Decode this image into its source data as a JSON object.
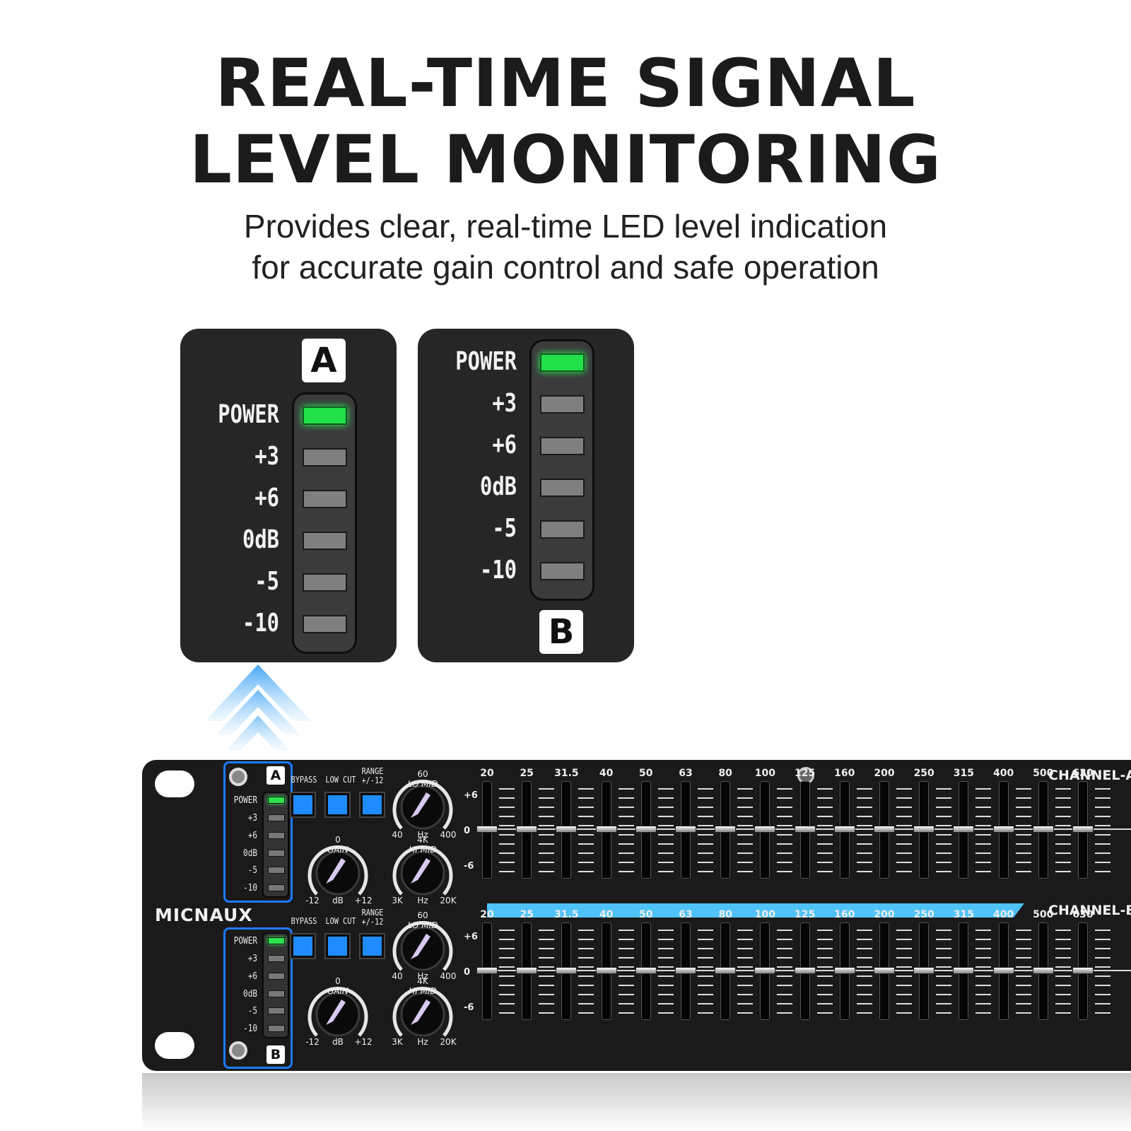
{
  "headline": {
    "line1": "REAL-TIME SIGNAL",
    "line2": "LEVEL MONITORING",
    "sub1": "Provides clear, real-time LED level indication",
    "sub2": "for accurate gain control and safe operation"
  },
  "zoom_panels": [
    {
      "badge": "A",
      "labels": [
        "POWER",
        "+3",
        "+6",
        "0dB",
        "-5",
        "-10"
      ],
      "lit": [
        true,
        false,
        false,
        false,
        false,
        false
      ]
    },
    {
      "badge": "B",
      "labels": [
        "POWER",
        "+3",
        "+6",
        "0dB",
        "-5",
        "-10"
      ],
      "lit": [
        true,
        false,
        false,
        false,
        false,
        false
      ]
    }
  ],
  "device": {
    "brand": "MICNAUX",
    "channel_a_title": "CHANNEL-A",
    "channel_b_title": "CHANNEL-B",
    "meters": [
      {
        "badge": "A",
        "labels": [
          "POWER",
          "+3",
          "+6",
          "0dB",
          "-5",
          "-10"
        ]
      },
      {
        "badge": "B",
        "labels": [
          "POWER",
          "+3",
          "+6",
          "0dB",
          "-5",
          "-10"
        ]
      }
    ],
    "controls": {
      "bypass": "BYPASS",
      "low_cut": "LOW CUT",
      "range_1": "RANGE",
      "range_2": "+/-12",
      "lo_mid": {
        "name": "LO MID",
        "top": "60",
        "left": "40",
        "unit": "Hz",
        "right": "400"
      },
      "hi_mid": {
        "name": "HI MID",
        "top": "4K",
        "left": "3K",
        "unit": "Hz",
        "right": "20K"
      },
      "gain": {
        "name": "GAIN",
        "top": "0",
        "left": "-12",
        "unit": "dB",
        "right": "+12"
      }
    },
    "scale": [
      "+6",
      "0",
      "-6"
    ],
    "bands": [
      "20",
      "25",
      "31.5",
      "40",
      "50",
      "63",
      "80",
      "100",
      "125",
      "160",
      "200",
      "250",
      "315",
      "400",
      "500",
      "630"
    ]
  },
  "colors": {
    "panel": "#262626",
    "led_on": "#22e04a",
    "led_off": "#7f7f7f",
    "accent_blue": "#1f8bff",
    "stripe": "#4fc3f7"
  }
}
